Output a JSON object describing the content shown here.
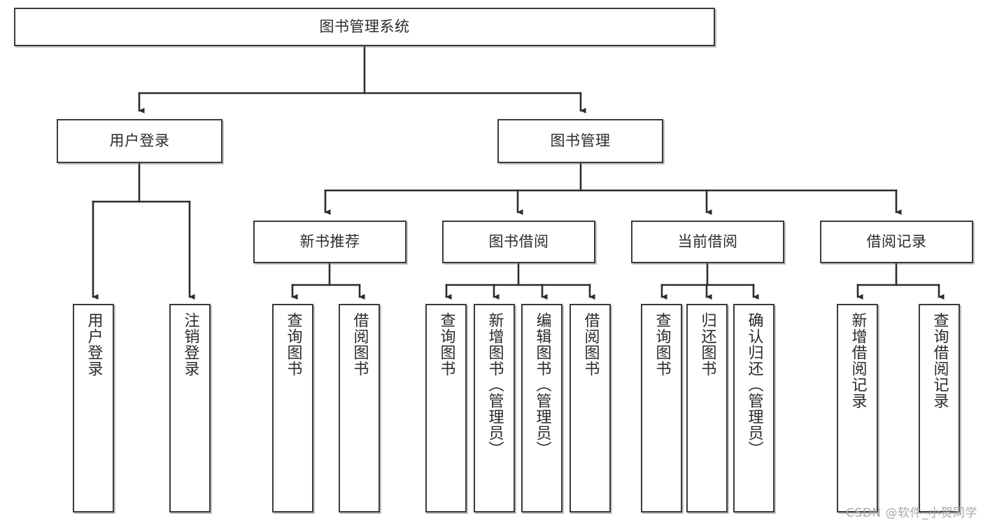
{
  "diagram": {
    "title": "图书管理系统",
    "type": "tree-hierarchy",
    "watermark": "CSDN @软件_小贺同学",
    "colors": {
      "box_border": "#3b3b3b",
      "box_fill": "#ffffff",
      "edge": "#2b2b2b",
      "text": "#2b2b2b",
      "watermark": "#a8a8a8",
      "background": "#ffffff"
    },
    "nodes": {
      "root": {
        "label": "图书管理系统"
      },
      "level2": [
        {
          "id": "user-login",
          "label": "用户登录"
        },
        {
          "id": "book-manage",
          "label": "图书管理"
        }
      ],
      "level3": [
        {
          "id": "new-book-rec",
          "label": "新书推荐"
        },
        {
          "id": "book-borrow",
          "label": "图书借阅"
        },
        {
          "id": "current-borrow",
          "label": "当前借阅"
        },
        {
          "id": "borrow-record",
          "label": "借阅记录"
        }
      ],
      "leaves": {
        "user_login": [
          {
            "id": "leaf-user-login",
            "label": "用户登录"
          },
          {
            "id": "leaf-logout-login",
            "label": "注销登录"
          }
        ],
        "new_book_rec": [
          {
            "id": "leaf-query-book-1",
            "label": "查询图书"
          },
          {
            "id": "leaf-borrow-book-1",
            "label": "借阅图书"
          }
        ],
        "book_borrow": [
          {
            "id": "leaf-query-book-2",
            "label": "查询图书"
          },
          {
            "id": "leaf-add-book",
            "label": "新增图书（管理员）"
          },
          {
            "id": "leaf-edit-book",
            "label": "编辑图书（管理员）"
          },
          {
            "id": "leaf-borrow-book-2",
            "label": "借阅图书"
          }
        ],
        "current_borrow": [
          {
            "id": "leaf-query-book-3",
            "label": "查询图书"
          },
          {
            "id": "leaf-return-book",
            "label": "归还图书"
          },
          {
            "id": "leaf-confirm-return",
            "label": "确认归还（管理员）"
          }
        ],
        "borrow_record": [
          {
            "id": "leaf-add-record",
            "label": "新增借阅记录"
          },
          {
            "id": "leaf-query-record",
            "label": "查询借阅记录"
          }
        ]
      }
    }
  }
}
